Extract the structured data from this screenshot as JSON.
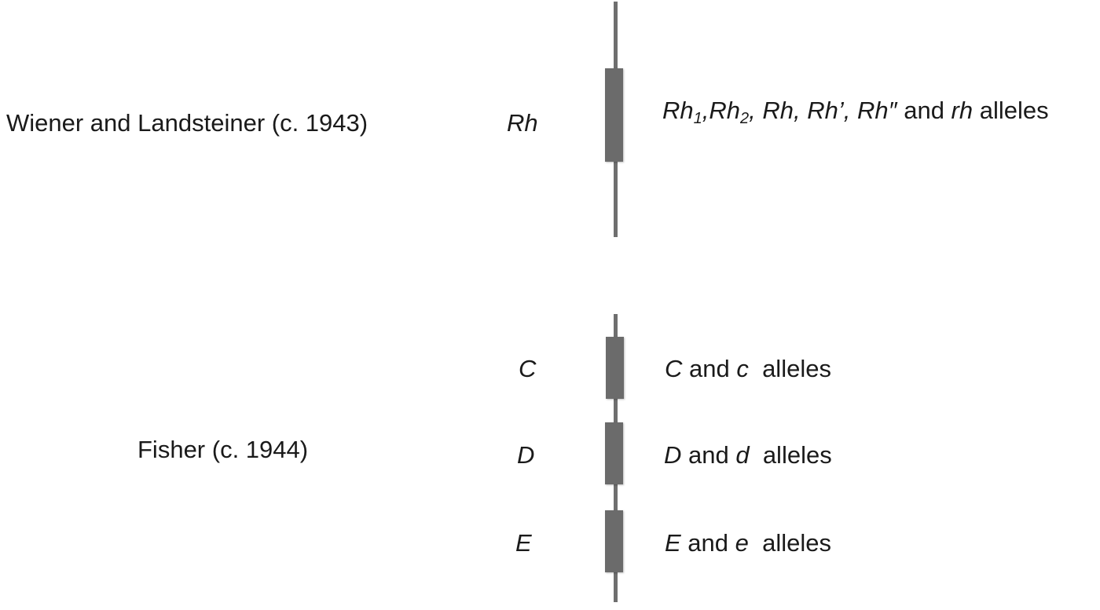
{
  "colors": {
    "chromosome": "#6b6b6b",
    "text": "#1a1a1a",
    "background": "#ffffff"
  },
  "models": [
    {
      "author": "Wiener and Landsteiner (c. 1943)",
      "loci": [
        {
          "gene": "Rh",
          "alleles_text": "Rh1,Rh2, Rh, Rh', Rh\" and rh alleles",
          "alleles": {
            "a1": "Rh",
            "a1_sub": "1",
            "sep1": ",",
            "a2": "Rh",
            "a2_sub": "2",
            "sep2": ", ",
            "a3": "Rh, Rh’, Rh″",
            "and": " and ",
            "a4": "rh",
            "suffix": " alleles"
          }
        }
      ]
    },
    {
      "author": "Fisher (c. 1944)",
      "loci": [
        {
          "gene": "C",
          "upper": "C",
          "and": " and ",
          "lower": "c",
          "suffix": "  alleles"
        },
        {
          "gene": "D",
          "upper": "D",
          "and": " and ",
          "lower": "d",
          "suffix": "  alleles"
        },
        {
          "gene": "E",
          "upper": "E",
          "and": " and ",
          "lower": "e",
          "suffix": "  alleles"
        }
      ]
    }
  ]
}
